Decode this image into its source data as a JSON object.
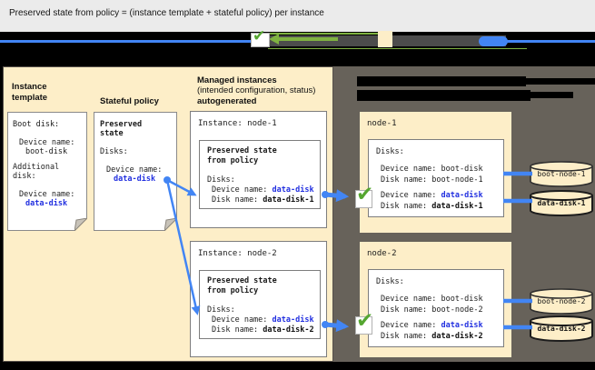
{
  "title": "Preserved state from policy = (instance template + stateful policy) per instance",
  "icons": {
    "checkmark": "✔"
  },
  "colors": {
    "title_bg": "#ebebeb",
    "panel_cream": "#fdeec8",
    "panel_gray": "#67625a",
    "arrow_blue": "#4285f4",
    "emphasis_blue": "#2230e0",
    "check_green": "#55a630",
    "legend_green": "#7fb241",
    "redaction_black": "#000000"
  },
  "left_panel": {
    "template_heading": "Instance template",
    "policy_heading": "Stateful policy",
    "template_doc": {
      "boot_label": "Boot disk:",
      "boot_device_label": "Device name:",
      "boot_device_value": "boot-disk",
      "additional_label_1": "Additional",
      "additional_label_2": "disk:",
      "data_device_label": "Device name:",
      "data_device_value": "data-disk"
    },
    "policy_doc": {
      "title_1": "Preserved",
      "title_2": "state",
      "disks_label": "Disks:",
      "device_label": "Device name:",
      "device_value": "data-disk"
    }
  },
  "middle": {
    "heading_line1": "Managed instances",
    "heading_line2": "(intended configuration, status)",
    "heading_line3": "autogenerated",
    "instances": [
      {
        "title": "Instance: node-1",
        "inner_title_1": "Preserved state",
        "inner_title_2": "from policy",
        "disks_label": "Disks:",
        "device_prefix": "Device name: ",
        "device_value": "data-disk",
        "disk_prefix": "Disk name: ",
        "disk_value": "data-disk-1"
      },
      {
        "title": "Instance: node-2",
        "inner_title_1": "Preserved state",
        "inner_title_2": "from policy",
        "disks_label": "Disks:",
        "device_prefix": "Device name: ",
        "device_value": "data-disk",
        "disk_prefix": "Disk name: ",
        "disk_value": "data-disk-2"
      }
    ]
  },
  "right_panel": {
    "nodes": [
      {
        "title": "node-1",
        "disks_label": "Disks:",
        "boot_device_line": "Device name: boot-disk",
        "boot_disk_line": "Disk name: boot-node-1",
        "data_device_prefix": "Device name: ",
        "data_device_value": "data-disk",
        "data_disk_prefix": "Disk name: ",
        "data_disk_value": "data-disk-1",
        "disk_cylinders": [
          {
            "label": "boot-node-1"
          },
          {
            "label": "data-disk-1"
          }
        ]
      },
      {
        "title": "node-2",
        "disks_label": "Disks:",
        "boot_device_line": "Device name: boot-disk",
        "boot_disk_line": "Disk name: boot-node-2",
        "data_device_prefix": "Device name: ",
        "data_device_value": "data-disk",
        "data_disk_prefix": "Disk name: ",
        "data_disk_value": "data-disk-2",
        "disk_cylinders": [
          {
            "label": "boot-node-2"
          },
          {
            "label": "data-disk-2"
          }
        ]
      }
    ]
  }
}
